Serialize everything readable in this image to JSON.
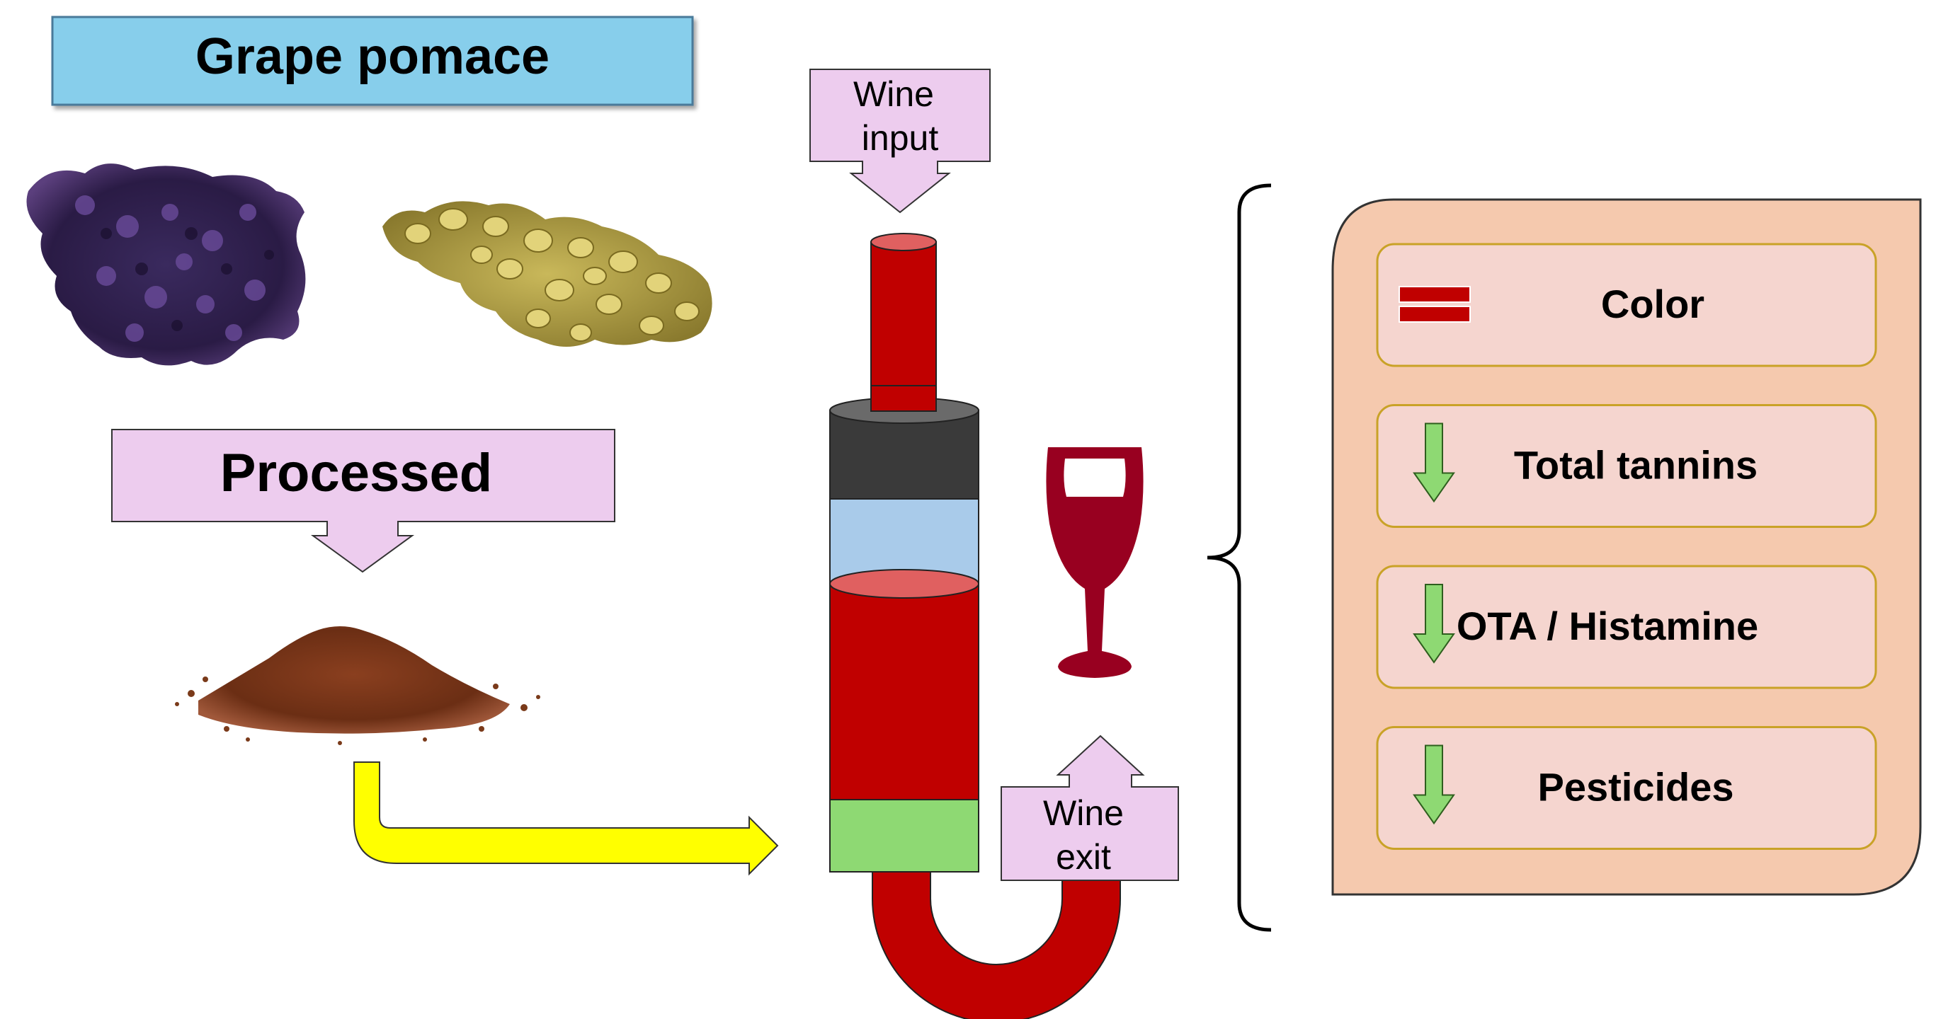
{
  "title_box": {
    "label": "Grape pomace",
    "color": "#87CEEB"
  },
  "processed_box": {
    "label": "Processed",
    "color": "#EDCCEE"
  },
  "wine_input": {
    "line1": "Wine",
    "line2": "input"
  },
  "wine_exit": {
    "line1": "Wine",
    "line2": "exit"
  },
  "results_panel": {
    "color": "#F5C9AE",
    "items": [
      {
        "label": "Color",
        "indicator": "equal-icon"
      },
      {
        "label": "Total tannins",
        "indicator": "arrow-down-icon"
      },
      {
        "label": "OTA / Histamine",
        "indicator": "arrow-down-icon"
      },
      {
        "label": "Pesticides",
        "indicator": "arrow-down-icon"
      }
    ]
  },
  "colors": {
    "wine_red": "#C00000",
    "cap_dark": "#3A3A3A",
    "column_blue": "#A9CBEA",
    "filter_green": "#8ED973",
    "glass": "#980020",
    "flow_arrow": "#FFFF00",
    "down_arrow": "#8ED973"
  }
}
